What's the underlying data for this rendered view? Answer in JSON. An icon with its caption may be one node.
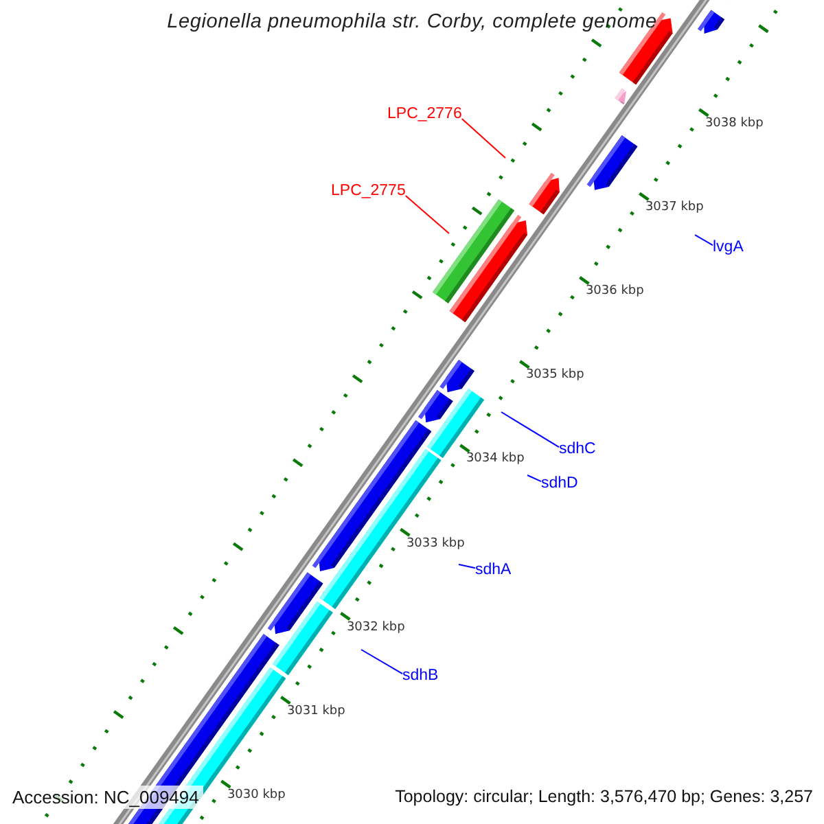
{
  "diagram": {
    "title": "Legionella pneumophila str. Corby, complete genome",
    "nodes": [
      {
        "text": [
          "LPC_2776"
        ]
      },
      {
        "text": [
          "LPC_2775"
        ]
      },
      {
        "text": [
          "lvgA"
        ]
      },
      {
        "text": [
          "sdhC"
        ]
      },
      {
        "text": [
          "sdhD"
        ]
      },
      {
        "text": [
          "sdhA"
        ]
      },
      {
        "text": [
          "sdhB"
        ]
      }
    ],
    "edges": [
      {
        "from": 0,
        "to": null,
        "arrow": "none",
        "color": "#ff0000"
      },
      {
        "from": 1,
        "to": null,
        "arrow": "none",
        "color": "#ff0000"
      },
      {
        "from": 2,
        "to": null,
        "arrow": "none"
      },
      {
        "from": 3,
        "to": null,
        "arrow": "none"
      },
      {
        "from": 4,
        "to": null,
        "arrow": "none"
      },
      {
        "from": 5,
        "to": null,
        "arrow": "none"
      },
      {
        "from": 6,
        "to": null,
        "arrow": "none"
      }
    ],
    "labels": [
      "3038 kbp",
      "3037 kbp",
      "3036 kbp",
      "3035 kbp",
      "3034 kbp",
      "3033 kbp",
      "3032 kbp",
      "3031 kbp",
      "3030 kbp",
      "Accession: NC_009494",
      "Topology: circular; Length: 3,576,470 bp; Genes: 3,257"
    ]
  }
}
